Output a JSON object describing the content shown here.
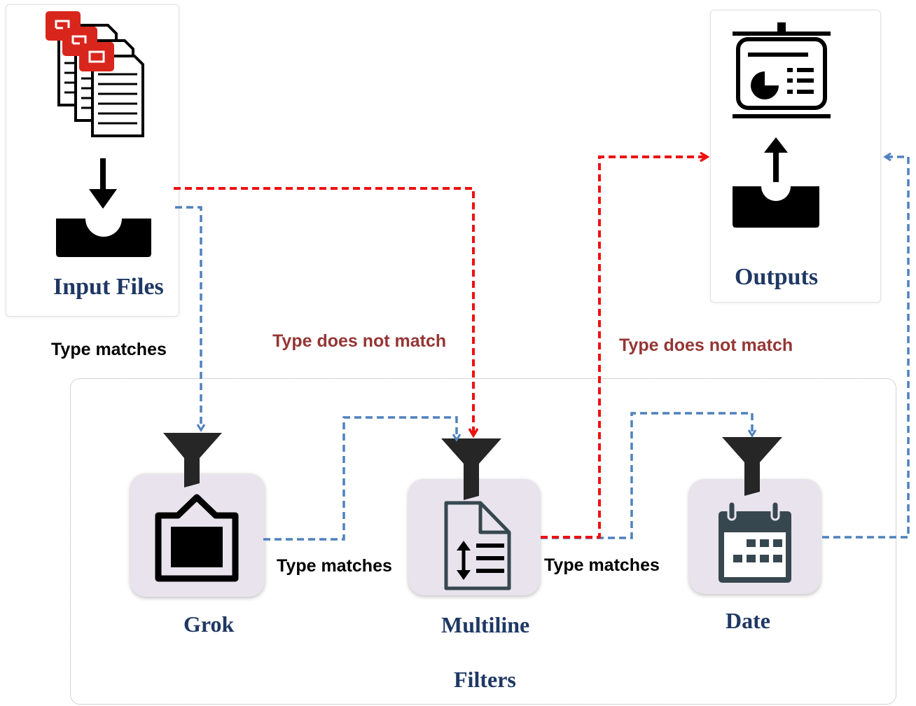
{
  "nodes": {
    "input": {
      "label": "Input Files"
    },
    "outputs": {
      "label": "Outputs"
    },
    "grok": {
      "label": "Grok"
    },
    "multiline": {
      "label": "Multiline"
    },
    "date": {
      "label": "Date"
    },
    "filters_group": {
      "label": "Filters"
    }
  },
  "edge_labels": {
    "input_type_matches": "Type matches",
    "input_not_match": "Type does not match",
    "grok_type_matches": "Type matches",
    "multiline_type_matches": "Type matches",
    "multiline_not_match": "Type does not match"
  },
  "colors": {
    "match_line": "#4f81bd",
    "no_match_line": "#ee1111",
    "no_match_text": "#943634",
    "label_text": "#1f3864",
    "tile_bg": "#e8e3ec",
    "file_badge": "#d9261c"
  },
  "icons": {
    "input_files": "file-stack-icon",
    "input_tray": "inbox-download-icon",
    "outputs_board": "presentation-chart-icon",
    "outputs_tray": "upload-tray-icon",
    "filter": "funnel-icon",
    "grok": "tag-icon",
    "multiline": "document-lines-icon",
    "date": "calendar-icon"
  }
}
